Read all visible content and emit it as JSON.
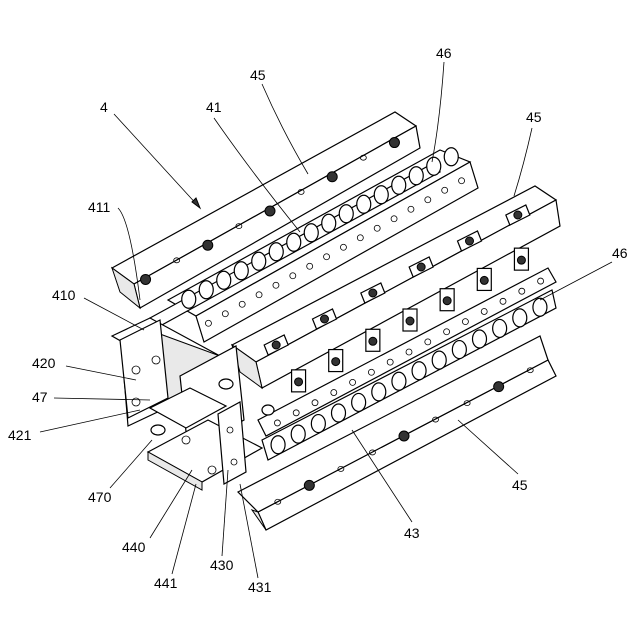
{
  "labels": {
    "l4": "4",
    "l41": "41",
    "l45a": "45",
    "l46a": "46",
    "l45b": "45",
    "l46b": "46",
    "l411": "411",
    "l410": "410",
    "l420": "420",
    "l47": "47",
    "l421": "421",
    "l470": "470",
    "l440": "440",
    "l441": "441",
    "l430": "430",
    "l431": "431",
    "l43": "43",
    "l45c": "45"
  }
}
